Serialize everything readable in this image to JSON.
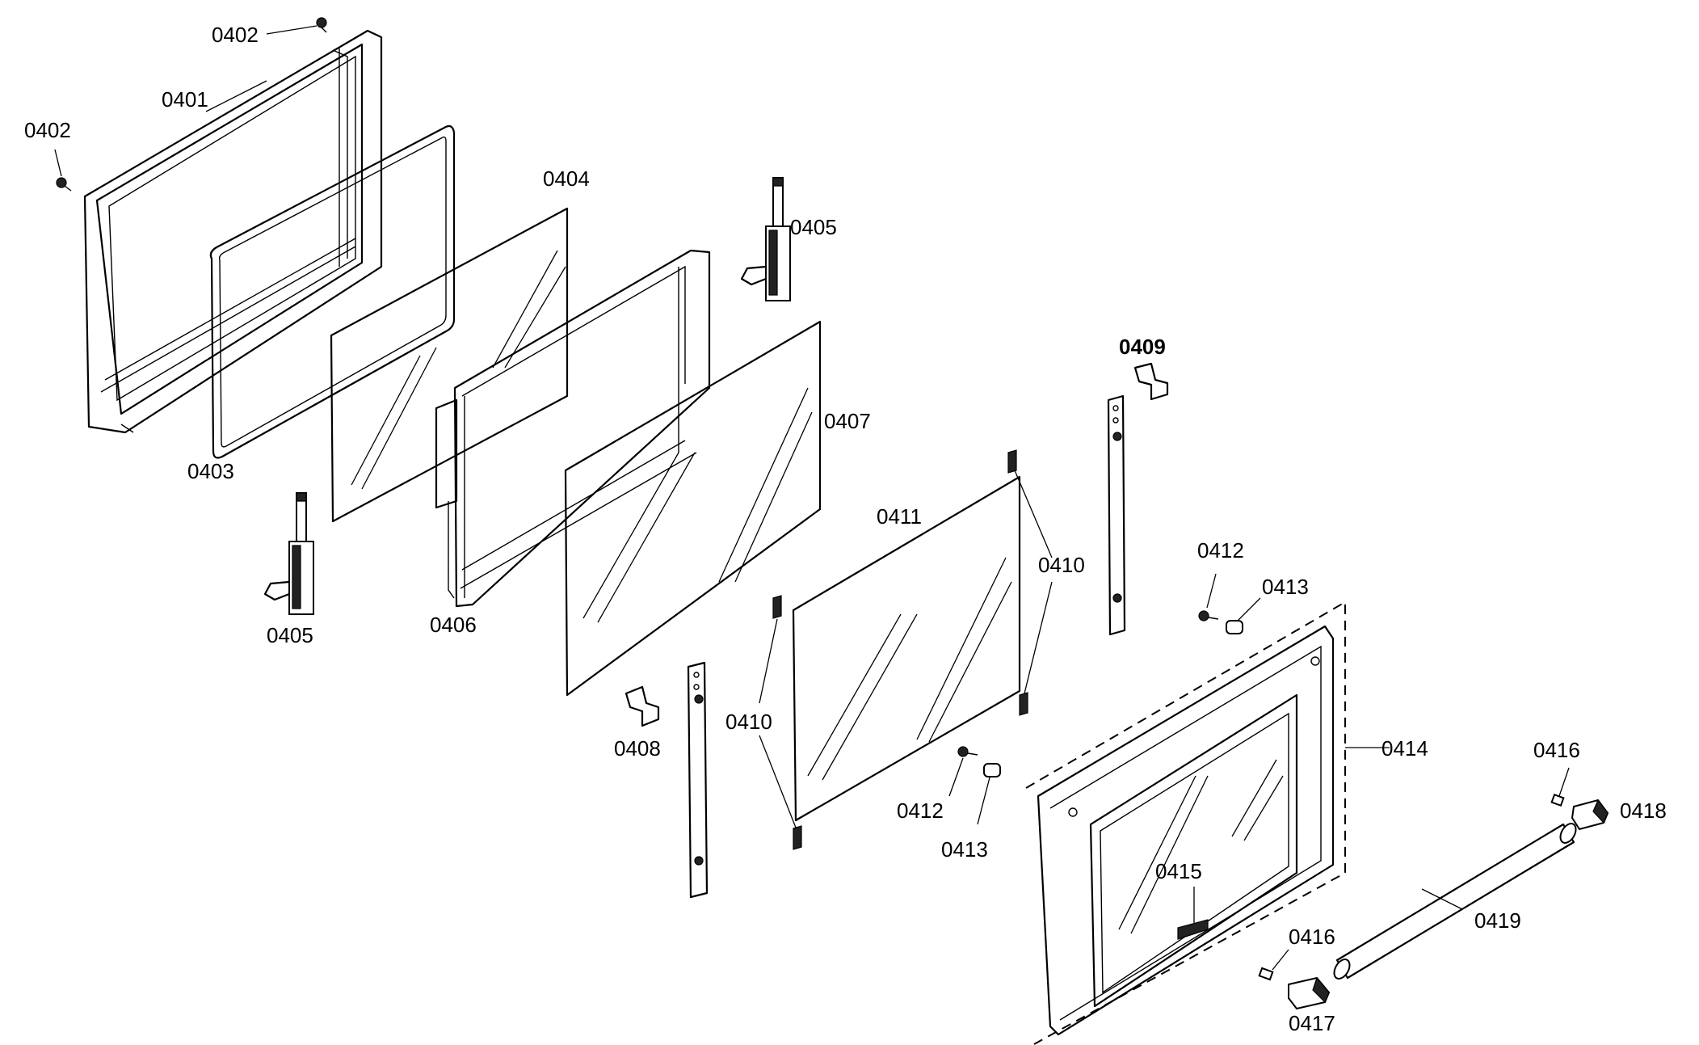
{
  "labels": {
    "p0401": "0401",
    "p0402_top": "0402",
    "p0402_left": "0402",
    "p0403": "0403",
    "p0404": "0404",
    "p0405_top": "0405",
    "p0405_bottom": "0405",
    "p0406": "0406",
    "p0407": "0407",
    "p0408": "0408",
    "p0409": "0409",
    "p0410_right": "0410",
    "p0410_left": "0410",
    "p0411": "0411",
    "p0412_right": "0412",
    "p0412_mid": "0412",
    "p0413_right": "0413",
    "p0413_mid": "0413",
    "p0414": "0414",
    "p0415": "0415",
    "p0416_right": "0416",
    "p0416_bottom": "0416",
    "p0417": "0417",
    "p0418": "0418",
    "p0419": "0419"
  }
}
